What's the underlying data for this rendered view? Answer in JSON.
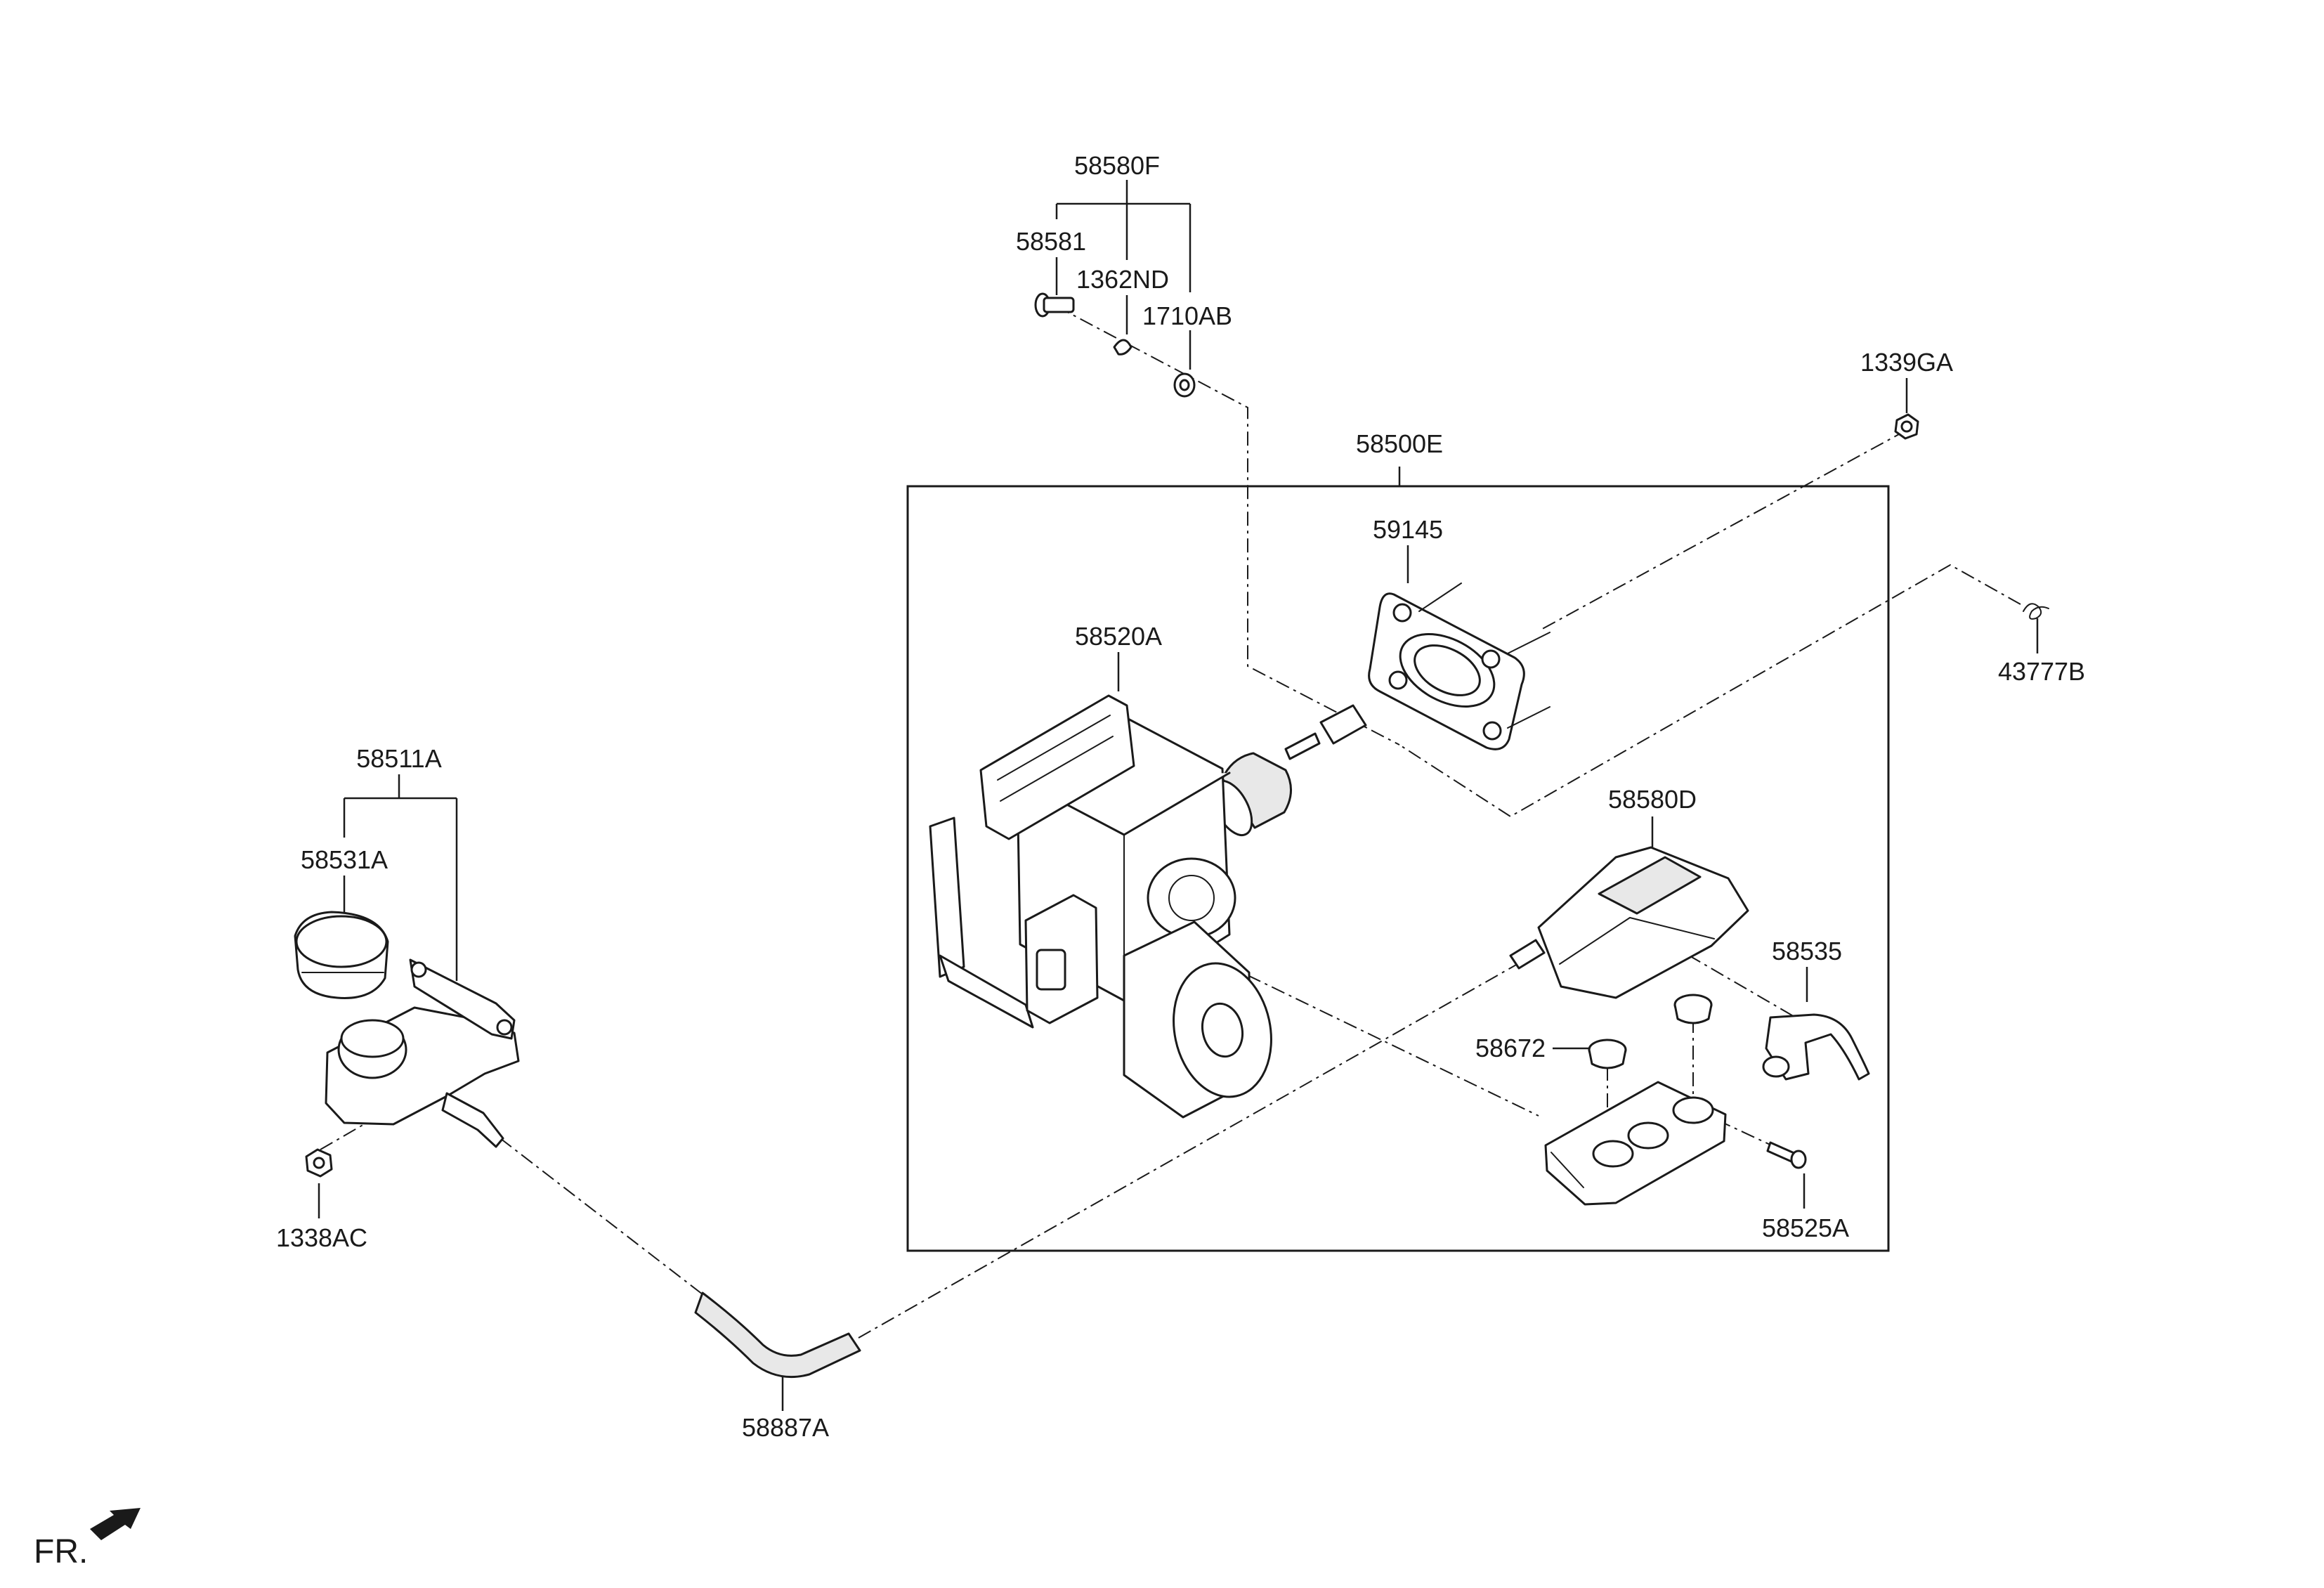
{
  "labels": {
    "l58580F": "58580F",
    "l58581": "58581",
    "l1362ND": "1362ND",
    "l1710AB": "1710AB",
    "l1339GA": "1339GA",
    "l58500E": "58500E",
    "l59145": "59145",
    "l43777B": "43777B",
    "l58520A": "58520A",
    "l58511A": "58511A",
    "l58531A": "58531A",
    "l58580D": "58580D",
    "l58535": "58535",
    "l58672": "58672",
    "l1338AC": "1338AC",
    "l58525A": "58525A",
    "l58887A": "58887A"
  },
  "footer": {
    "fr": "FR."
  }
}
